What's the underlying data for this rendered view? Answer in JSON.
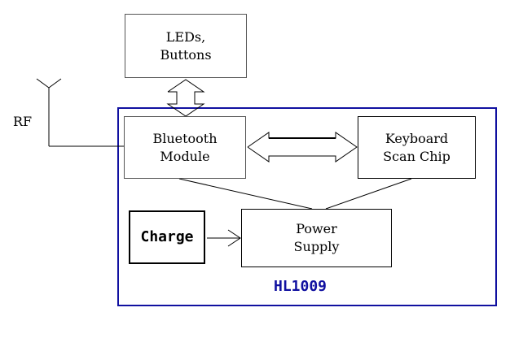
{
  "colors": {
    "chip_outline": "#1010a0",
    "chip_label": "#1010a0",
    "line": "#000000"
  },
  "rf_label": "RF",
  "chip_label": "HL1009",
  "blocks": {
    "leds_buttons": {
      "line1": "LEDs,",
      "line2": "Buttons"
    },
    "bluetooth": {
      "line1": "Bluetooth",
      "line2": "Module"
    },
    "keyboard": {
      "line1": "Keyboard",
      "line2": "Scan Chip"
    },
    "power": {
      "line1": "Power",
      "line2": "Supply"
    },
    "charge": {
      "label": "Charge"
    }
  }
}
